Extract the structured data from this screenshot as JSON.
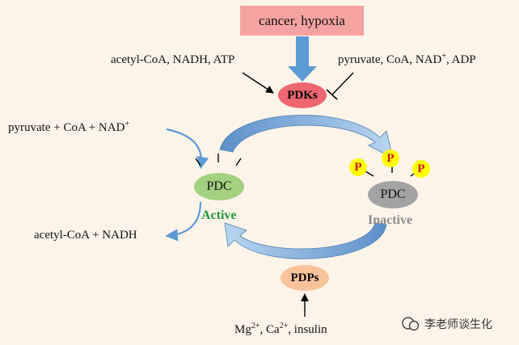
{
  "trigger": "cancer, hypoxia",
  "kinase": "PDKs",
  "phosphatase": "PDPs",
  "activators": "acetyl-CoA, NADH, ATP",
  "inhibitors": {
    "a": "pyruvate, CoA, NAD",
    "sup": "+",
    "b": ", ADP"
  },
  "substrates": {
    "a": "pyruvate + CoA + NAD",
    "sup": "+"
  },
  "products": "acetyl-CoA + NADH",
  "pdc_active": {
    "label": "PDC",
    "state": "Active"
  },
  "pdc_inactive": {
    "label": "PDC",
    "state": "Inactive"
  },
  "phospho": [
    "P",
    "P",
    "P"
  ],
  "cofactors": {
    "mg": "Mg",
    "mg_sup": "2+",
    "sep": ", ",
    "ca": "Ca",
    "ca_sup": "2+",
    "tail": ",  insulin"
  },
  "watermark": "李老师谈生化",
  "colors": {
    "background": "#fdf4e9",
    "trigger_box": "#f4a3a0",
    "pdks": "#ee6670",
    "pdps": "#f8c39a",
    "pdc_active": "#a3d17f",
    "pdc_inactive": "#a3a3a3",
    "phospho_badge": "#ffff00",
    "phospho_text": "#d01818",
    "active_text": "#1e9a3c",
    "inactive_text": "#8b8b8b",
    "cycle_arrow": "#9dc3e6",
    "down_arrow": "#5b9bd5"
  }
}
